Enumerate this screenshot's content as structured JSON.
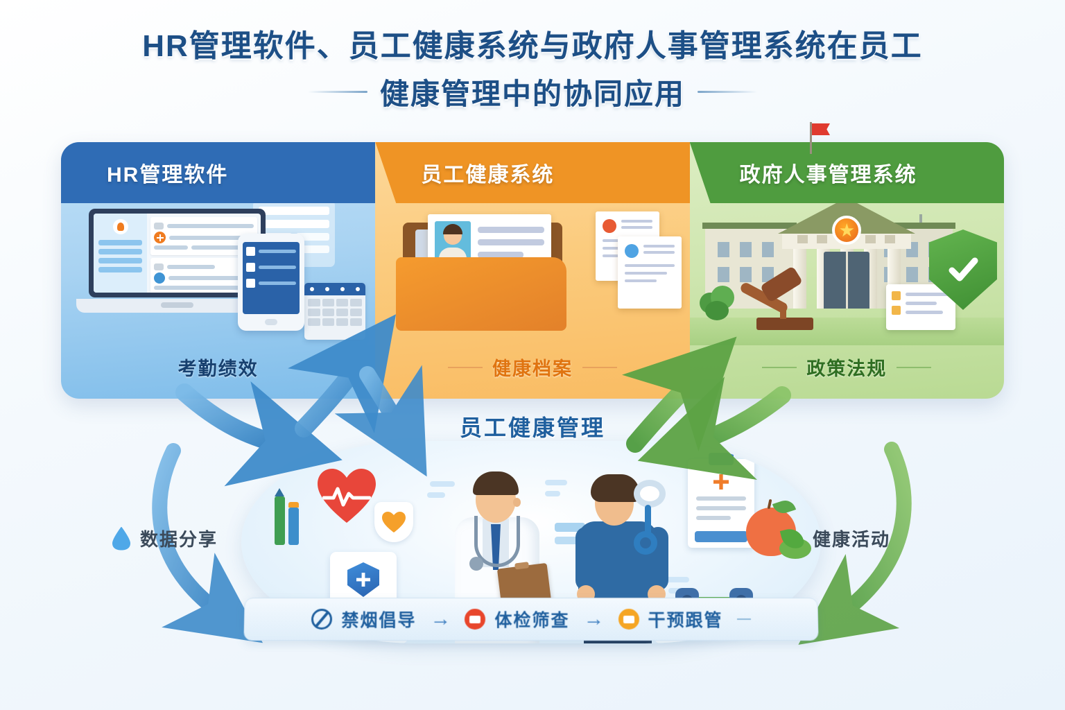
{
  "title": {
    "line1": "HR管理软件、员工健康系统与政府人事管理系统在员工",
    "line2": "健康管理中的协同应用"
  },
  "panels": [
    {
      "id": "hr-software",
      "banner_label": "HR管理软件",
      "caption": "考勤绩效",
      "accent": "#2f6cb5",
      "caption_color": "#17406f",
      "art_items": [
        "laptop-dashboard",
        "tablet-checklist",
        "form-panel",
        "calendar"
      ]
    },
    {
      "id": "employee-health-system",
      "banner_label": "员工健康系统",
      "caption": "健康档案",
      "accent": "#ef9425",
      "caption_color": "#e07410",
      "art_items": [
        "folder",
        "id-card",
        "document-red",
        "document-blue"
      ]
    },
    {
      "id": "government-hr-system",
      "banner_label": "政府人事管理系统",
      "caption": "政策法规",
      "accent": "#4f9c3f",
      "caption_color": "#2f6e22",
      "art_items": [
        "government-building",
        "gavel",
        "shield-check",
        "certificate-card",
        "flag"
      ]
    }
  ],
  "center": {
    "title": "员工健康管理",
    "scene_items": [
      "heart-ecg",
      "shield-heart",
      "pencils",
      "first-aid-kit",
      "doctor",
      "patient",
      "stethoscope",
      "medical-clipboard",
      "apple",
      "dumbbell"
    ]
  },
  "side_labels": [
    {
      "id": "data-share",
      "icon": "water-drop-icon",
      "text": "数据分享",
      "color": "#4fa8e8"
    },
    {
      "id": "health-activity",
      "icon": "leaf-icon",
      "text": "健康活动",
      "color": "#53a93f"
    }
  ],
  "flow": {
    "steps": [
      {
        "label": "禁烟倡导",
        "icon": "no-smoking-icon",
        "color": "#1f5f9e"
      },
      {
        "label": "体检筛查",
        "icon": "red-circle-icon",
        "color": "#e8462c"
      },
      {
        "label": "干预跟管",
        "icon": "amber-circle-icon",
        "color": "#f5a523"
      }
    ],
    "separator": "→"
  },
  "arrows": {
    "description": "bidirectional curved arrows linking the three top panels with the central health-management scene",
    "blue": "#4f97d8",
    "green": "#6eb14a"
  },
  "theme": {
    "title_color": "#1d4f86",
    "background": "#eef6fc",
    "panel_blue": "#a9d3f2",
    "panel_orange": "#fbcb7d",
    "panel_green": "#cfe6b0"
  }
}
